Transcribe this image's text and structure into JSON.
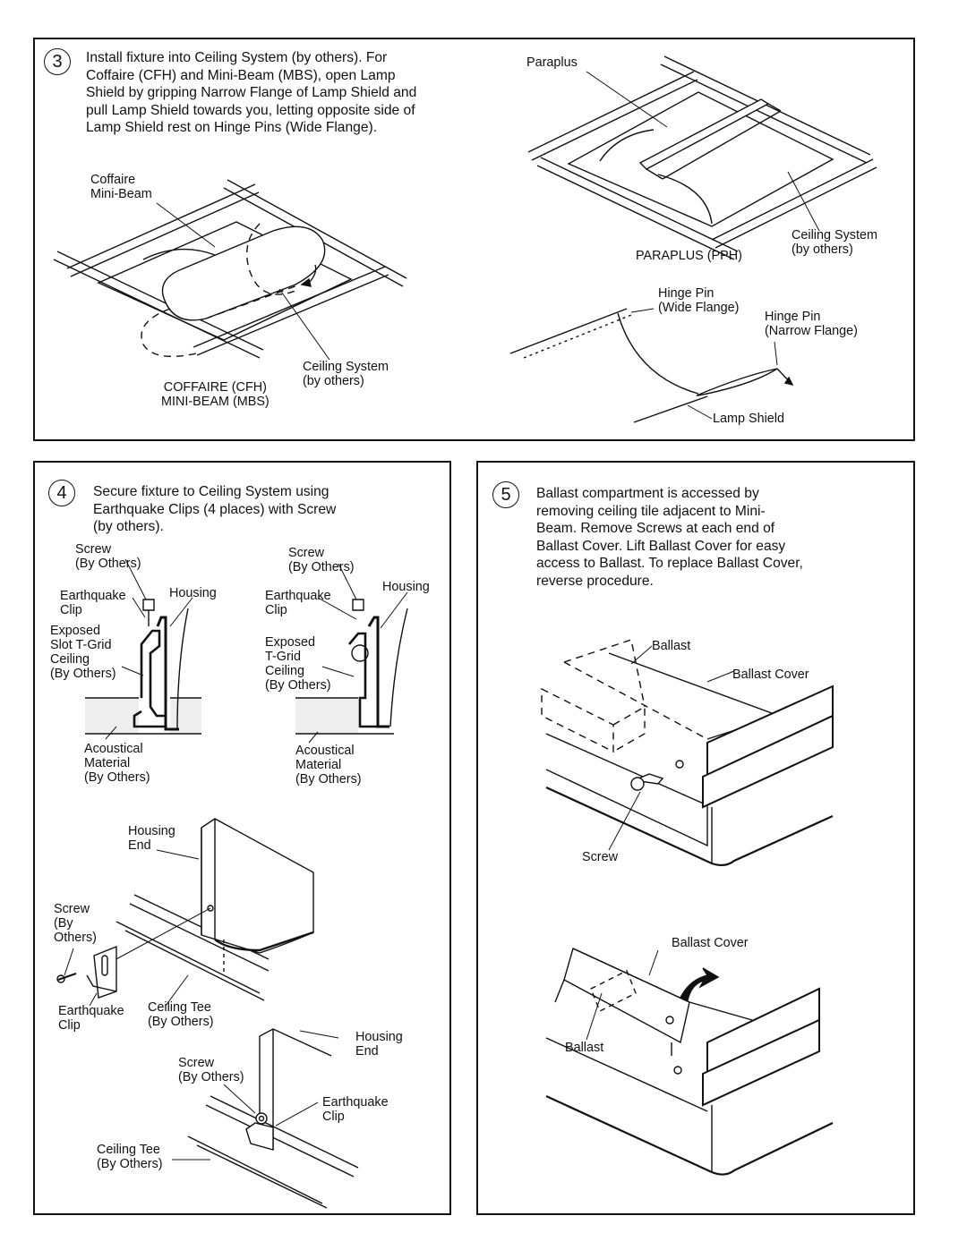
{
  "step3": {
    "number": "3",
    "text": "Install fixture into Ceiling System (by others). For Coffaire (CFH) and Mini-Beam (MBS), open Lamp Shield by gripping Narrow Flange of Lamp Shield and pull Lamp Shield towards you, letting opposite side of Lamp Shield rest on Hinge Pins (Wide Flange).",
    "labels": {
      "coffaire_minibeam": "Coffaire\nMini-Beam",
      "ceiling_system_left": "Ceiling System\n(by others)",
      "caption_left": "COFFAIRE (CFH)\nMINI-BEAM (MBS)",
      "paraplus": "Paraplus",
      "caption_right": "PARAPLUS (PPH)",
      "ceiling_system_right": "Ceiling System\n(by others)",
      "hinge_pin_wide": "Hinge Pin\n(Wide Flange)",
      "hinge_pin_narrow": "Hinge Pin\n(Narrow Flange)",
      "lamp_shield": "Lamp Shield"
    }
  },
  "step4": {
    "number": "4",
    "text": "Secure fixture to Ceiling System using Earthquake Clips (4 places) with Screw (by others).",
    "labels": {
      "screw_a": "Screw\n(By Others)",
      "housing_a": "Housing",
      "earthquake_clip_a": "Earthquake\nClip",
      "exposed_slot": "Exposed\nSlot T-Grid\nCeiling\n(By Others)",
      "acoustical_a": "Acoustical\nMaterial\n(By Others)",
      "screw_b": "Screw\n(By Others)",
      "housing_b": "Housing",
      "earthquake_clip_b": "Earthquake\nClip",
      "exposed_tgrid": "Exposed\nT-Grid\nCeiling\n(By Others)",
      "acoustical_b": "Acoustical\nMaterial\n(By Others)",
      "housing_end_a": "Housing\nEnd",
      "screw_c": "Screw\n(By\nOthers)",
      "earthquake_clip_c": "Earthquake\nClip",
      "ceiling_tee_a": "Ceiling Tee\n(By Others)",
      "housing_end_b": "Housing\nEnd",
      "screw_d": "Screw\n(By Others)",
      "earthquake_clip_d": "Earthquake\nClip",
      "ceiling_tee_b": "Ceiling Tee\n(By Others)"
    }
  },
  "step5": {
    "number": "5",
    "text": "Ballast compartment is accessed by removing ceiling tile adjacent to Mini-Beam. Remove Screws at each end of Ballast Cover. Lift Ballast Cover for easy access to Ballast. To replace Ballast Cover, reverse procedure.",
    "labels": {
      "ballast_a": "Ballast",
      "ballast_cover_a": "Ballast Cover",
      "screw": "Screw",
      "ballast_cover_b": "Ballast Cover",
      "ballast_b": "Ballast"
    }
  }
}
